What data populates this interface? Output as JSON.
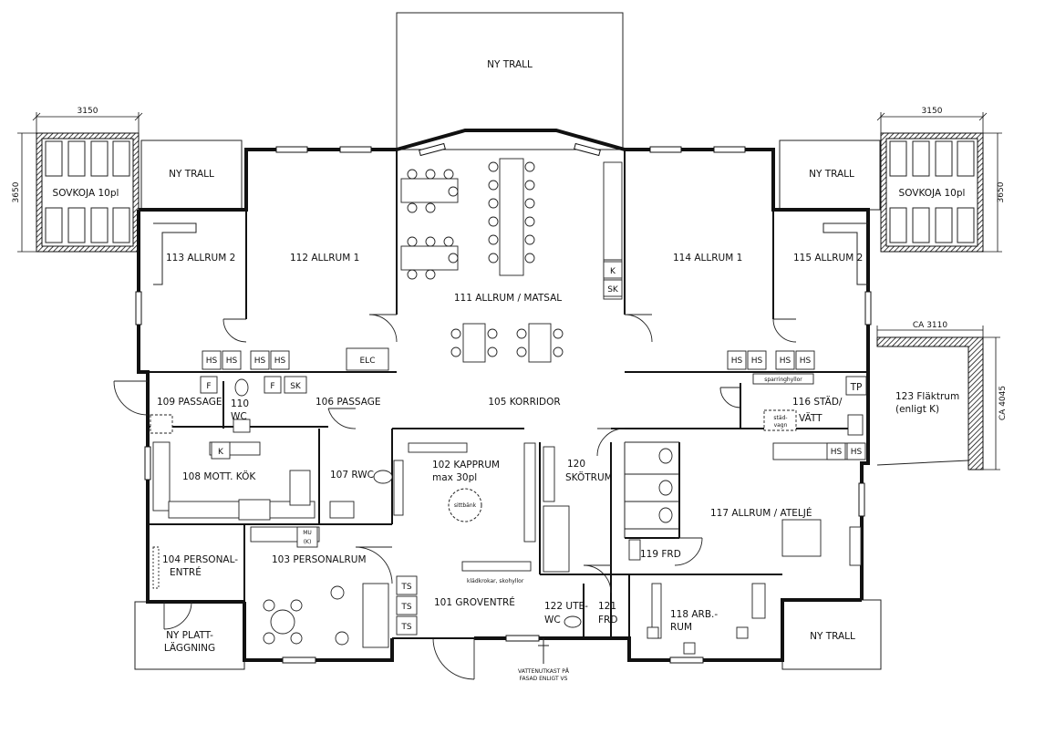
{
  "drawing": {
    "terraces": {
      "top": "NY TRALL",
      "left": "NY TRALL",
      "right": "NY TRALL",
      "bottom_right": "NY TRALL",
      "paving_line1": "NY PLATT-",
      "paving_line2": "LÄGGNING"
    },
    "cabins": {
      "left": "SOVKOJA 10pl",
      "right": "SOVKOJA 10pl"
    },
    "dimensions": {
      "cabin_left_width": "3150",
      "cabin_left_depth": "3650",
      "cabin_right_width": "3150",
      "cabin_right_depth": "3650",
      "fan_room_width": "CA 3110",
      "fan_room_depth": "CA 4045"
    },
    "rooms": {
      "r101": "101 GROVENTRÉ",
      "r102_line1": "102 KAPPRUM",
      "r102_line2": "max 30pl",
      "r103": "103 PERSONALRUM",
      "r104_line1": "104 PERSONAL-",
      "r104_line2": "ENTRÉ",
      "r105": "105 KORRIDOR",
      "r106": "106 PASSAGE",
      "r107": "107 RWC",
      "r108": "108 MOTT. KÖK",
      "r109": "109 PASSAGE",
      "r110_line1": "110",
      "r110_line2": "WC",
      "r111": "111 ALLRUM / MATSAL",
      "r112": "112 ALLRUM 1",
      "r113": "113 ALLRUM 2",
      "r114": "114 ALLRUM 1",
      "r115": "115 ALLRUM 2",
      "r116_line1": "116 STÄD/",
      "r116_line2": "VÄTT",
      "r117": "117 ALLRUM / ATELJÉ",
      "r118_line1": "118 ARB.-",
      "r118_line2": "RUM",
      "r119": "119 FRD",
      "r120_line1": "120",
      "r120_line2": "SKÖTRUM",
      "r121_line1": "121",
      "r121_line2": "FRD",
      "r122_line1": "122 UTE-",
      "r122_line2": "WC",
      "r123_line1": "123 Fläktrum",
      "r123_line2": "(enligt K)"
    },
    "fixtures": {
      "hs": "HS",
      "f": "F",
      "sk": "SK",
      "k": "K",
      "elc": "ELC",
      "tp": "TP",
      "ts": "TS",
      "mu": "MU",
      "mu_k": "(K)",
      "sittbank": "sittbänk",
      "stad_vagn_1": "städ-",
      "stad_vagn_2": "vagn",
      "sparringhyllor": "sparringhyllor",
      "skohyllor": "klädkrokar, skohyllor",
      "water_line1": "VATTENUTKAST PÅ",
      "water_line2": "FASAD ENLIGT VS"
    }
  }
}
